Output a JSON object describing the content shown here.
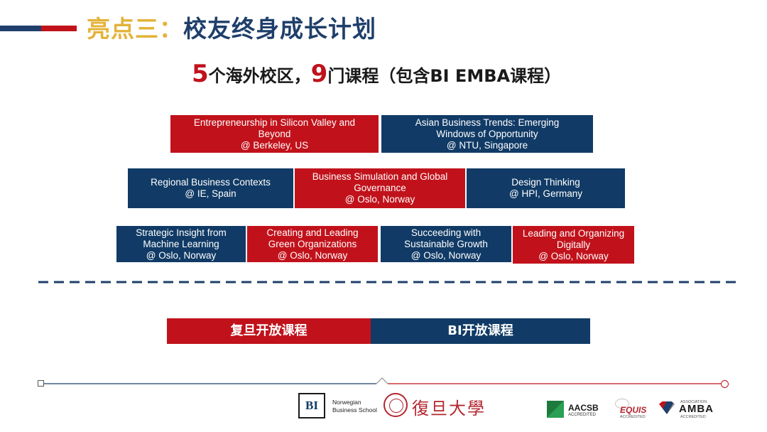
{
  "header": {
    "title_prefix": "亮点三：",
    "title_main": "校友终身成长计划",
    "colors": {
      "gold": "#e3b33a",
      "navy": "#1f3f6b",
      "red": "#c1121b"
    }
  },
  "subtitle": {
    "num1": "5",
    "text1": "个海外校区，",
    "num2": "9",
    "text2": "门课程（包含BI EMBA课程）"
  },
  "courses": [
    {
      "title": "Entrepreneurship in Silicon Valley and Beyond",
      "location": "@ Berkeley, US",
      "color": "red"
    },
    {
      "title": "Asian Business Trends: Emerging Windows of Opportunity",
      "location": "@ NTU, Singapore",
      "color": "blue"
    },
    {
      "title": "Regional Business Contexts",
      "location": "@ IE, Spain",
      "color": "blue"
    },
    {
      "title": "Business Simulation and Global Governance",
      "location": "@ Oslo, Norway",
      "color": "red"
    },
    {
      "title": "Design Thinking",
      "location": "@ HPI, Germany",
      "color": "blue"
    },
    {
      "title": "Strategic Insight from Machine Learning",
      "location": "@ Oslo, Norway",
      "color": "blue"
    },
    {
      "title": "Creating and Leading Green Organizations",
      "location": "@ Oslo, Norway",
      "color": "red"
    },
    {
      "title": "Succeeding with Sustainable Growth",
      "location": "@ Oslo, Norway",
      "color": "blue"
    },
    {
      "title": "Leading and Organizing Digitally",
      "location": "@ Oslo, Norway",
      "color": "red"
    }
  ],
  "buttons": {
    "fudan_open": "复旦开放课程",
    "bi_open": "BI开放课程"
  },
  "footer": {
    "bi_logo_letters": "BI",
    "bi_logo_line1": "Norwegian",
    "bi_logo_line2": "Business School",
    "fudan_calligraphy": "復旦大學",
    "aacsb_name": "AACSB",
    "aacsb_sub": "ACCREDITED",
    "equis_name": "EQUIS",
    "equis_sub": "ACCREDITED",
    "amba_top": "ASSOCIATION",
    "amba_name": "AMBA",
    "amba_sub": "ACCREDITED"
  }
}
